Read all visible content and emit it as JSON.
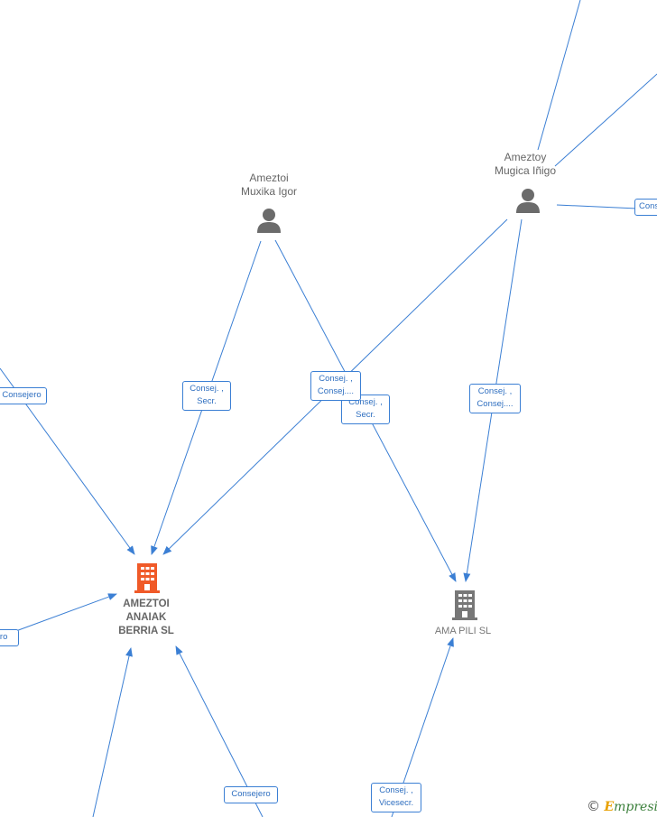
{
  "nodes": {
    "ameztoi_muxika": {
      "name_lines": [
        "Ameztoi",
        "Muxika Igor"
      ],
      "type": "person",
      "icon": "person-icon"
    },
    "ameztoy_mugica": {
      "name_lines": [
        "Ameztoy",
        "Mugica Iñigo"
      ],
      "type": "person",
      "icon": "person-icon"
    },
    "ameztoi_anaiak": {
      "name_lines": [
        "AMEZTOI",
        "ANAIAK",
        "BERRIA  SL"
      ],
      "type": "company",
      "icon": "building-icon",
      "color": "#f05a28"
    },
    "ama_pili": {
      "name_lines": [
        "AMA PILI  SL"
      ],
      "type": "company",
      "icon": "building-icon",
      "color": "#777777"
    }
  },
  "edge_labels": {
    "muxika_to_anaiak": [
      "Consej. ,",
      "Secr."
    ],
    "mugica_to_anaiak": [
      "Consej. ,",
      "Consej...."
    ],
    "muxika_to_amapili": [
      "Consej. ,",
      "Secr."
    ],
    "mugica_to_amapili": [
      "Consej. ,",
      "Consej...."
    ],
    "left_top": [
      "Consejero"
    ],
    "left_mid": [
      "ero"
    ],
    "bottom_anaiak": [
      "Consejero"
    ],
    "bottom_amapili": [
      "Consej. ,",
      "Vicesecr."
    ],
    "right_cons": [
      "Cons"
    ]
  },
  "colors": {
    "edge": "#3b7fd4",
    "label_border": "#3b7fd4",
    "person": "#6b6b6b"
  },
  "watermark": {
    "symbol": "©",
    "brand_initial": "E",
    "brand_rest": "mpresia"
  }
}
